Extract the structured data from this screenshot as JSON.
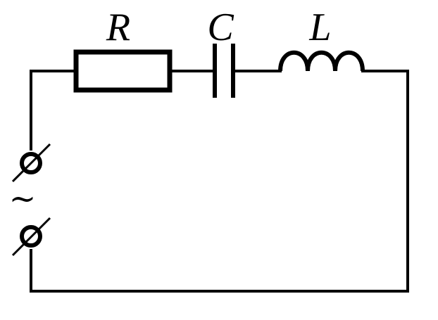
{
  "diagram": {
    "labels": {
      "resistor": "R",
      "capacitor": "C",
      "inductor": "L",
      "source": "~"
    },
    "colors": {
      "stroke": "#000000",
      "background": "#ffffff"
    }
  }
}
